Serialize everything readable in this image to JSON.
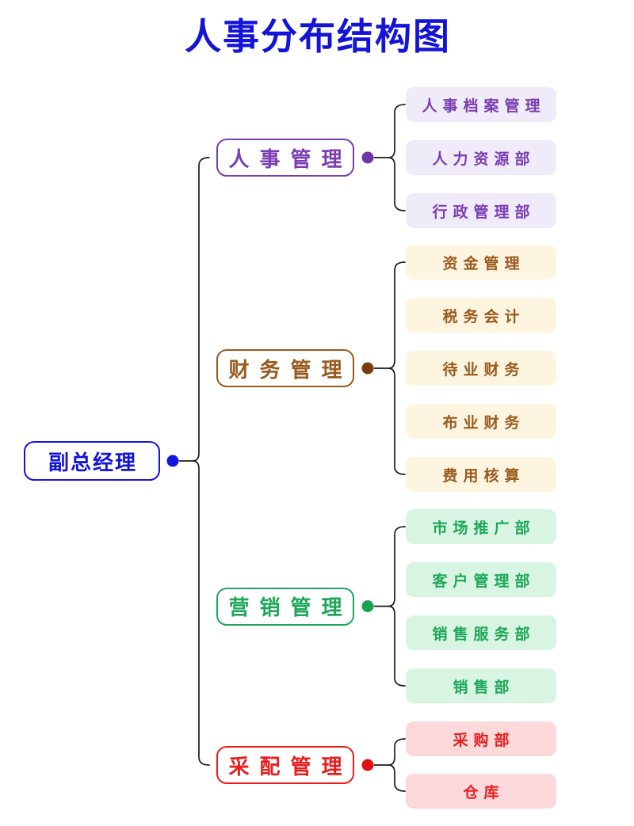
{
  "title": "人事分布结构图",
  "colors": {
    "title": "#1414d8",
    "line": "#1c1c1c",
    "page_bg": "#ffffff"
  },
  "root": {
    "label": "副总经理",
    "color": "#1414d8",
    "dot_color": "#1414e0"
  },
  "branches": [
    {
      "label": "人事管理",
      "color": "#7b3db2",
      "dot_color": "#6e35a6",
      "leaf_bg": "#efebf8",
      "leaf_color": "#7b3db2",
      "children": [
        "人事档案管理",
        "人力资源部",
        "行政管理部"
      ]
    },
    {
      "label": "财务管理",
      "color": "#9a5a1e",
      "dot_color": "#7c3c10",
      "leaf_bg": "#fdf5df",
      "leaf_color": "#9a5a1e",
      "children": [
        "资金管理",
        "税务会计",
        "待业财务",
        "布业财务",
        "费用核算"
      ]
    },
    {
      "label": "营销管理",
      "color": "#1ea758",
      "dot_color": "#17a24f",
      "leaf_bg": "#d8f5e3",
      "leaf_color": "#1ea758",
      "children": [
        "市场推广部",
        "客户管理部",
        "销售服务部",
        "销售部"
      ]
    },
    {
      "label": "采配管理",
      "color": "#e81d1d",
      "dot_color": "#e21010",
      "leaf_bg": "#fbd8da",
      "leaf_color": "#e81d1d",
      "children": [
        "采购部",
        "仓库"
      ]
    }
  ]
}
